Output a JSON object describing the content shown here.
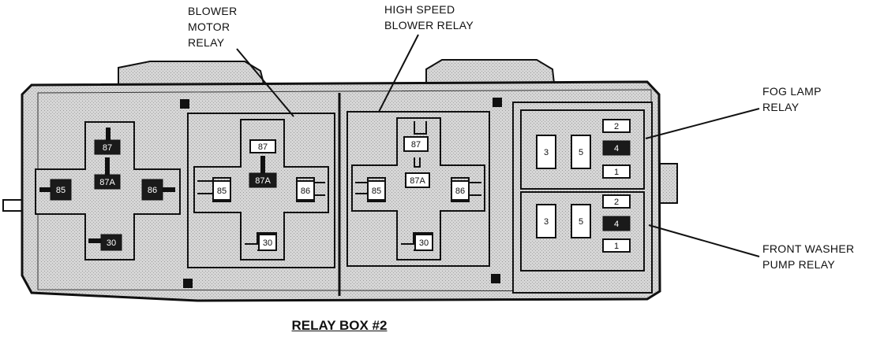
{
  "callouts": {
    "blower_motor_relay": [
      "BLOWER",
      "MOTOR",
      "RELAY"
    ],
    "high_speed_blower_relay": [
      "HIGH SPEED",
      "BLOWER RELAY"
    ],
    "fog_lamp_relay": [
      "FOG LAMP",
      "RELAY"
    ],
    "front_washer_pump_relay": [
      "FRONT WASHER",
      "PUMP RELAY"
    ]
  },
  "caption": "RELAY BOX #2",
  "relay_left": {
    "pins": [
      "87",
      "87A",
      "85",
      "86",
      "30"
    ]
  },
  "relay_blower": {
    "pins": [
      "87",
      "87A",
      "85",
      "86",
      "30"
    ]
  },
  "relay_high_speed": {
    "pins": [
      "87",
      "87A",
      "85",
      "86",
      "30"
    ]
  },
  "fog_lamp": {
    "pins": [
      "3",
      "5",
      "2",
      "4",
      "1"
    ]
  },
  "washer": {
    "pins": [
      "3",
      "5",
      "2",
      "4",
      "1"
    ]
  },
  "colors": {
    "fill": "#d4d4d4",
    "outline": "#111111",
    "dark_pin": "#1a1a1a",
    "light_pin": "#ffffff"
  }
}
